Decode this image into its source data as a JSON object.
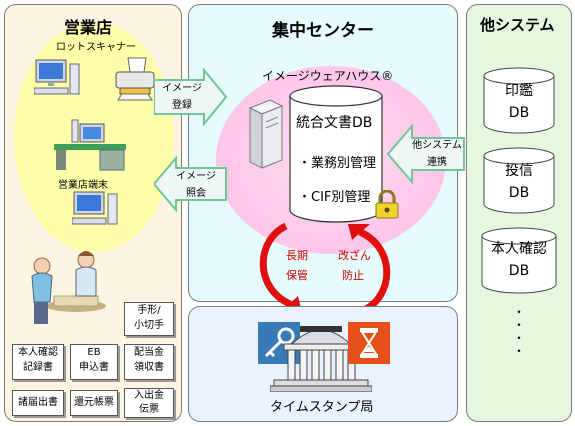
{
  "branch": {
    "title": "営業店",
    "scanner_label": "ロットスキャナー",
    "terminal_label": "営業店端末",
    "documents": [
      {
        "id": "doc1",
        "text": "本人確認\n記録書"
      },
      {
        "id": "doc2",
        "text": "EB\n申込書"
      },
      {
        "id": "doc3",
        "text": "配当金\n領収書"
      },
      {
        "id": "doc4",
        "text": "手形/\n小切手"
      },
      {
        "id": "doc5",
        "text": "諸届出書"
      },
      {
        "id": "doc6",
        "text": "還元帳票"
      },
      {
        "id": "doc7",
        "text": "入出金\n伝票"
      }
    ]
  },
  "center": {
    "title": "集中センター",
    "warehouse_label": "イメージウェアハウス®",
    "db_label": "統合文書DB",
    "db_items": [
      "・業務別管理",
      "・CIF別管理"
    ],
    "arrow_register": "イメージ\n登録",
    "arrow_query": "イメージ\n照会",
    "arrow_other": "他システム\n連携",
    "loop_left": [
      "長期",
      "保管"
    ],
    "loop_right": [
      "改ざん",
      "防止"
    ]
  },
  "timestamp": {
    "label": "タイムスタンプ局"
  },
  "other": {
    "title": "他システム",
    "dbs": [
      {
        "id": "db1",
        "label": "印鑑\nDB"
      },
      {
        "id": "db2",
        "label": "投信\nDB"
      },
      {
        "id": "db3",
        "label": "本人確認\nDB"
      }
    ],
    "ellipsis": "・\n・\n・\n・"
  },
  "colors": {
    "branch_bg": "#fdf5e2",
    "branch_blob": "#ffffaa",
    "center_bg": "#e6fbfb",
    "center_blob": "#ffccee",
    "timestamp_bg": "#eaf1ff",
    "other_bg": "#e6f7e0",
    "arrow_green": "#6fc49a",
    "red": "#e01010"
  }
}
